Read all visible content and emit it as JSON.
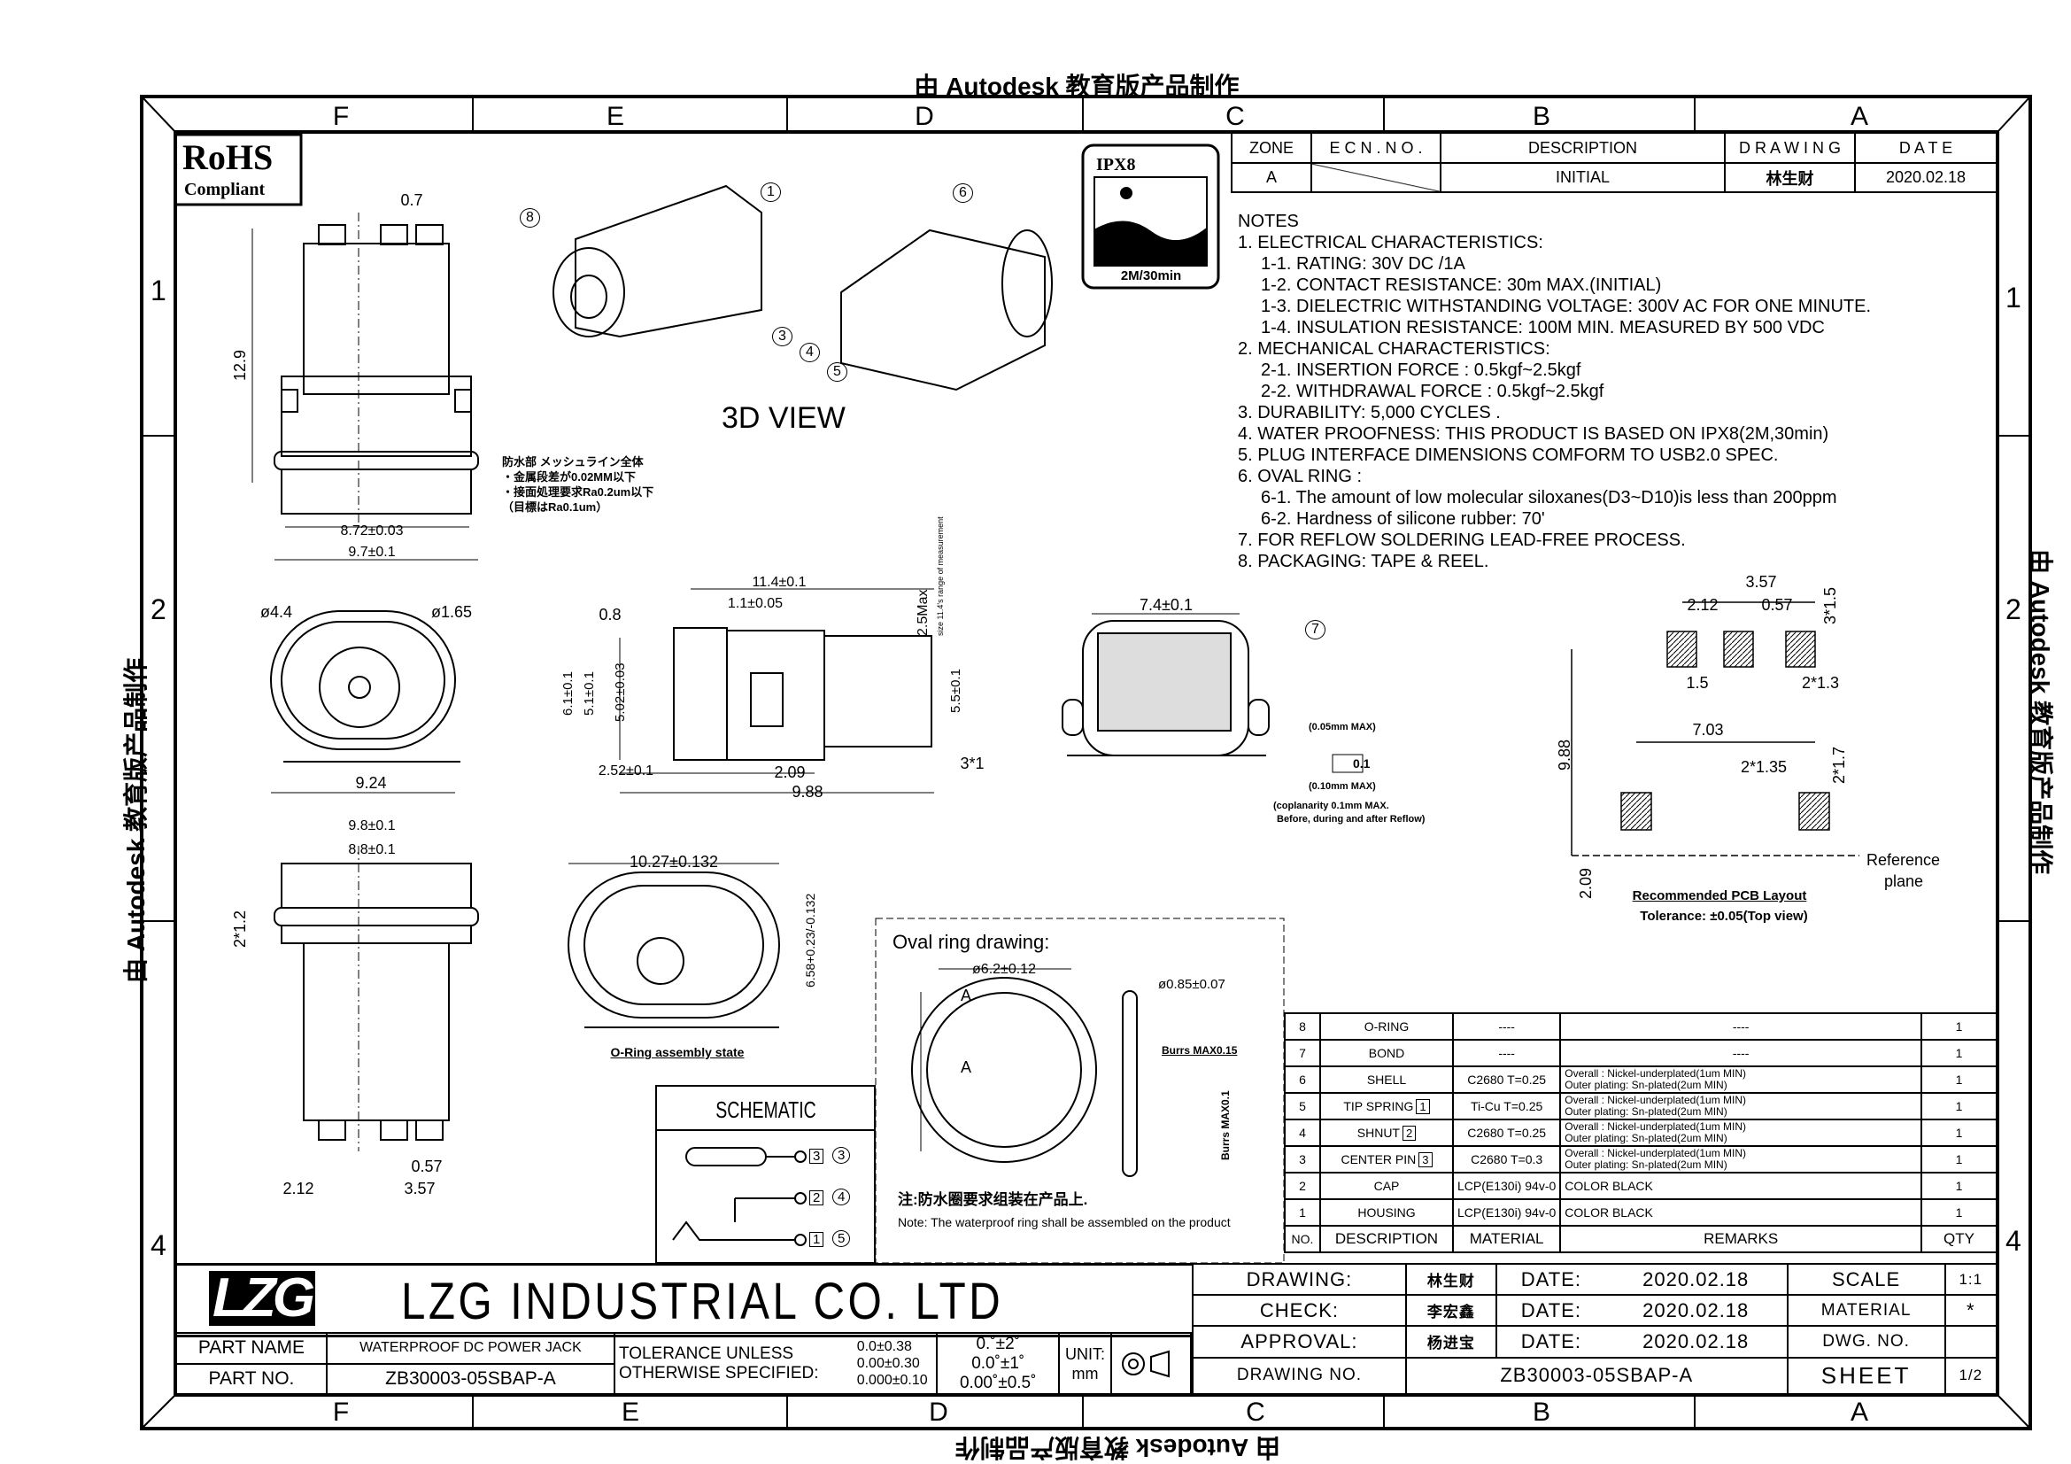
{
  "banner": "由 Autodesk 教育版产品制作",
  "zones": {
    "columns": [
      "F",
      "E",
      "D",
      "C",
      "B",
      "A"
    ],
    "rows": [
      "1",
      "2",
      "4"
    ]
  },
  "rohs": {
    "line1": "RoHS",
    "line2": "Compliant"
  },
  "ipx": {
    "title": "IPX8",
    "caption": "2M/30min"
  },
  "revision": {
    "headers": [
      "ZONE",
      "E C N . N O .",
      "DESCRIPTION",
      "D R A W I N G",
      "D A T E"
    ],
    "row": {
      "zone": "A",
      "ecn": "",
      "description": "INITIAL",
      "drawing": "林生财",
      "date": "2020.02.18"
    }
  },
  "notes": [
    "NOTES",
    "1. ELECTRICAL  CHARACTERISTICS:",
    "1-1. RATING:  30V DC  /1A",
    "1-2. CONTACT RESISTANCE:  30m   MAX.(INITIAL)",
    "1-3. DIELECTRIC WITHSTANDING VOLTAGE:  300V AC FOR ONE MINUTE.",
    "1-4. INSULATION RESISTANCE:  100M   MIN. MEASURED BY 500 VDC",
    "2. MECHANICAL  CHARACTERISTICS:",
    "2-1. INSERTION FORCE :  0.5kgf~2.5kgf",
    "2-2. WITHDRAWAL FORCE :  0.5kgf~2.5kgf",
    "3. DURABILITY:  5,000  CYCLES .",
    "4. WATER PROOFNESS: THIS PRODUCT IS BASED   ON IPX8(2M,30min)",
    "5. PLUG INTERFACE DIMENSIONS COMFORM TO USB2.0 SPEC.",
    "6. OVAL RING :",
    "6-1. The amount of low molecular siloxanes(D3~D10)is less than 200ppm",
    "6-2. Hardness of silicone rubber: 70'",
    "7. FOR REFLOW SOLDERING LEAD-FREE PROCESS.",
    "8. PACKAGING:  TAPE & REEL."
  ],
  "views": {
    "three_d_label": "3D VIEW",
    "balloons": [
      "1",
      "8",
      "6",
      "3",
      "4",
      "5",
      "7"
    ],
    "top_view": {
      "d1": "0.7",
      "d2": "12.9",
      "d3": "8.72±0.03",
      "d4": "9.7±0.1",
      "jp_note": [
        "防水部 メッシュライン全体",
        "・金属段差が0.02MM以下",
        "・接面処理要求Ra0.2um以下",
        "（目標はRa0.1um）"
      ]
    },
    "front_view": {
      "d1": "ø4.4",
      "d2": "ø1.65",
      "d3": "9.24"
    },
    "side_view": {
      "d1": "11.4±0.1",
      "d2": "1.1±0.05",
      "d3": "0.8",
      "d4": "2.5Max",
      "d4note": "size 11.4's range of measurement",
      "d5": "6.1±0.1",
      "d6": "5.1±0.1",
      "d7": "5.02±0.03",
      "d8": "5.5±0.1",
      "d9": "2.52±0.1",
      "d10": "2.09",
      "d11": "9.88",
      "d12": "3*1"
    },
    "shell_view": {
      "d1": "7.4±0.1",
      "flat1": "(0.05mm MAX)",
      "flat_val": "0.1",
      "flat2": "(0.10mm MAX)",
      "cop1": "(coplanarity 0.1mm MAX.",
      "cop2": "Before, during and after Reflow)"
    },
    "pcb": {
      "d1": "3.57",
      "d2": "2.12",
      "d3": "0.57",
      "d4": "3*1.5",
      "d5": "1.5",
      "d6": "2*1.3",
      "d7": "7.03",
      "d8": "9.88",
      "d9": "2*1.35",
      "d10": "2*1.7",
      "d11": "2.09",
      "ref1": "Reference",
      "ref2": "plane",
      "title": "Recommended PCB Layout",
      "tol": "Tolerance: ±0.05(Top view)"
    },
    "bottom_view": {
      "d1": "9.8±0.1",
      "d2": "8.8±0.1",
      "d3": "2*1.2",
      "d4": "0.57",
      "d5": "2.12",
      "d6": "3.57"
    },
    "oring_assembly": {
      "d1": "10.27±0.132",
      "d2": "6.58+0.23/-0.132",
      "caption": "O-Ring assembly state"
    },
    "oval_ring": {
      "title": "Oval ring drawing:",
      "d1": "ø6.2±0.12",
      "d2": "ø0.85±0.07",
      "burr1": "Burrs MAX0.15",
      "burr2": "Burrs MAX0.1",
      "section": "A",
      "note_cn": "注:防水圈要求组装在产品上.",
      "note_en": "Note: The waterproof ring shall be assembled on the product"
    },
    "schematic": {
      "title": "SCHEMATIC",
      "pins": [
        "3",
        "2",
        "1"
      ],
      "balloons": [
        "3",
        "4",
        "5"
      ]
    }
  },
  "bom": {
    "headers": [
      "NO.",
      "DESCRIPTION",
      "MATERIAL",
      "REMARKS",
      "QTY"
    ],
    "rows": [
      {
        "no": "8",
        "desc": "O-RING",
        "tag": "",
        "mat": "----",
        "rem1": "----",
        "rem2": "",
        "qty": "1"
      },
      {
        "no": "7",
        "desc": "BOND",
        "tag": "",
        "mat": "----",
        "rem1": "----",
        "rem2": "",
        "qty": "1"
      },
      {
        "no": "6",
        "desc": "SHELL",
        "tag": "",
        "mat": "C2680 T=0.25",
        "rem1": "Overall : Nickel-underplated(1um  MIN)",
        "rem2": "Outer plating: Sn-plated(2um MIN)",
        "qty": "1"
      },
      {
        "no": "5",
        "desc": "TIP SPRING",
        "tag": "1",
        "mat": "Ti-Cu T=0.25",
        "rem1": "Overall : Nickel-underplated(1um  MIN)",
        "rem2": "Outer plating: Sn-plated(2um MIN)",
        "qty": "1"
      },
      {
        "no": "4",
        "desc": "SHNUT",
        "tag": "2",
        "mat": "C2680 T=0.25",
        "rem1": "Overall : Nickel-underplated(1um  MIN)",
        "rem2": "Outer plating: Sn-plated(2um MIN)",
        "qty": "1"
      },
      {
        "no": "3",
        "desc": "CENTER PIN",
        "tag": "3",
        "mat": "C2680 T=0.3",
        "rem1": "Overall : Nickel-underplated(1um  MIN)",
        "rem2": "Outer plating: Sn-plated(2um MIN)",
        "qty": "1"
      },
      {
        "no": "2",
        "desc": "CAP",
        "tag": "",
        "mat": "LCP(E130i)  94v-0",
        "rem1": "COLOR BLACK",
        "rem2": "",
        "qty": "1"
      },
      {
        "no": "1",
        "desc": "HOUSING",
        "tag": "",
        "mat": "LCP(E130i)  94v-0",
        "rem1": "COLOR BLACK",
        "rem2": "",
        "qty": "1"
      }
    ]
  },
  "title_block": {
    "logo": "LZG",
    "company": "LZG  INDUSTRIAL  CO.  LTD",
    "part_name_label": "PART NAME",
    "part_name": "WATERPROOF DC POWER JACK",
    "part_no_label": "PART NO.",
    "part_no": "ZB30003-05SBAP-A",
    "tol_label1": "TOLERANCE UNLESS",
    "tol_label2": "OTHERWISE SPECIFIED:",
    "tol_lin": [
      "0.0±0.38",
      "0.00±0.30",
      "0.000±0.10"
    ],
    "tol_ang": [
      "0.˚±2˚",
      "0.0˚±1˚",
      "0.00˚±0.5˚"
    ],
    "unit_label": "UNIT:",
    "unit": "mm",
    "drawing_label": "DRAWING:",
    "drawing_by": "林生财",
    "check_label": "CHECK:",
    "check_by": "李宏鑫",
    "approval_label": "APPROVAL:",
    "approval_by": "杨进宝",
    "date_label": "DATE:",
    "date": "2020.02.18",
    "scale_label": "SCALE",
    "scale": "1:1",
    "material_label": "MATERIAL",
    "material": "*",
    "dwg_label": "DWG. NO.",
    "drawing_no_label": "DRAWING NO.",
    "drawing_no": "ZB30003-05SBAP-A",
    "sheet_label": "SHEET",
    "sheet": "1/2"
  }
}
